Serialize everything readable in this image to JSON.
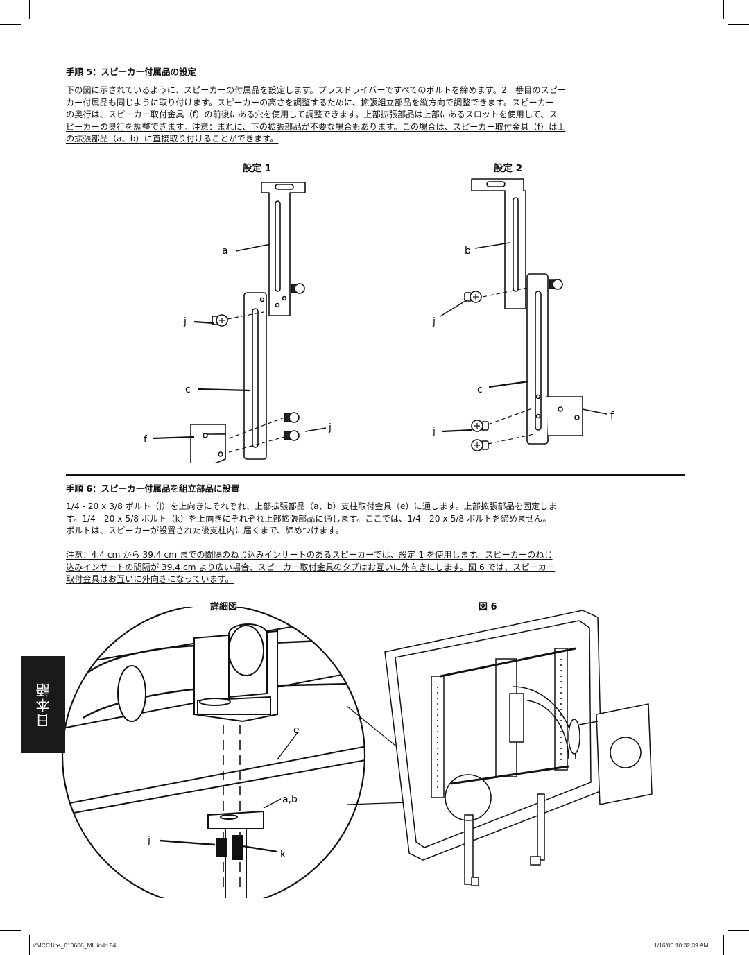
{
  "step5": {
    "heading": "手順 5：スピーカー付属品の設定",
    "lines": [
      "下の図に示されているように、スピーカーの付属品を設定します。プラスドライバーですべてのボルトを締めます。2　番目のスピー",
      "カー付属品も同じように取り付けます。スピーカーの高さを調整するために、拡張組立部品を縦方向で調整できます。スピーカー",
      "の奥行は、スピーカー取付金具（f）の前後にある穴を使用して調整できます。上部拡張部品は上部にあるスロットを使用して、ス",
      "ピーカーの奥行を調整できます。注意：まれに、下の拡張部品が不要な場合もあります。この場合は、スピーカー取付金具（f）は上",
      "の拡張部品（a、b）に直接取り付けることができます。"
    ]
  },
  "figure_top": {
    "setting1_title": "設定 1",
    "setting2_title": "設定 2",
    "labels": {
      "a": "a",
      "b": "b",
      "c": "c",
      "f": "f",
      "j": "j"
    }
  },
  "step6": {
    "heading": "手順 6：スピーカー付属品を組立部品に設置",
    "lines": [
      "1/4 - 20 x 3/8 ボルト（j）を上向きにそれぞれ、上部拡張部品（a、b）支柱取付金具（e）に通します。上部拡張部品を固定しま",
      "す。1/4 - 20 x 5/8 ボルト（k）を上向きにそれぞれ上部拡張部品に通します。ここでは、1/4 - 20 x 5/8 ボルトを締めません。",
      "ボルトは、スピーカーが設置された後支柱内に届くまで、締めつけます。"
    ],
    "note_lines": [
      "注意：4.4 cm から 39.4 cm までの間隔のねじ込みインサートのあるスピーカーでは、設定 1 を使用します。スピーカーのねじ",
      "込みインサートの間隔が 39.4 cm より広い場合、スピーカー取付金具のタブはお互いに外向きにします。図 6 では、スピーカー",
      "取付金具はお互いに外向きになっています。"
    ]
  },
  "figure_bottom": {
    "detail_title": "詳細図",
    "fig_title": "図 6",
    "labels": {
      "e": "e",
      "ab": "a,b",
      "j": "j",
      "k": "k"
    }
  },
  "side_tab": {
    "text": "日本語"
  },
  "footer": {
    "left": "VMCC1ins_010606_ML.indd   54",
    "right": "1/16/06   10:32:39 AM"
  }
}
